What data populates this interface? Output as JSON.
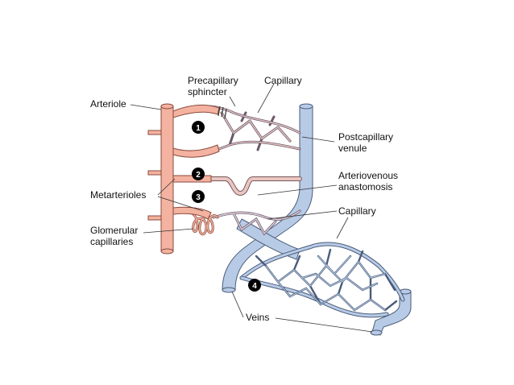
{
  "colors": {
    "artery_fill": "#f4b3a0",
    "artery_stroke": "#8a4a3c",
    "vein_fill": "#b8cbe6",
    "vein_stroke": "#4a5c7a",
    "marker": "#000000",
    "label_text": "#111111"
  },
  "labels": {
    "precapillary_sphincter_1": "Precapillary",
    "precapillary_sphincter_2": "sphincter",
    "capillary_top": "Capillary",
    "arteriole": "Arteriole",
    "postcapillary_1": "Postcapillary",
    "postcapillary_2": "venule",
    "arteriovenous_1": "Arteriovenous",
    "arteriovenous_2": "anastomosis",
    "metarterioles": "Metarterioles",
    "capillary_right": "Capillary",
    "glomerular_1": "Glomerular",
    "glomerular_2": "capillaries",
    "veins": "Veins"
  },
  "markers": [
    "1",
    "2",
    "3",
    "4"
  ]
}
